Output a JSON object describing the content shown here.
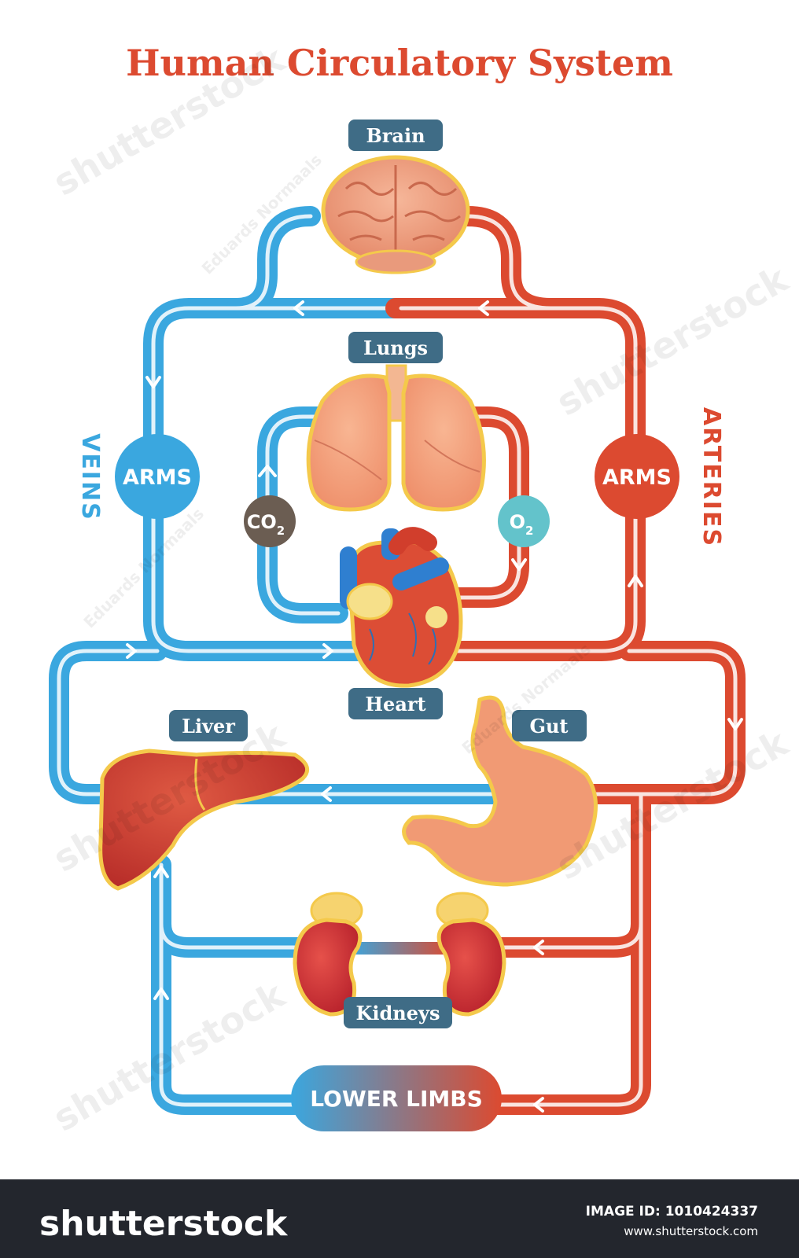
{
  "title": "Human Circulatory System",
  "side_labels": {
    "veins": "VEINS",
    "arteries": "ARTERIES"
  },
  "organs": {
    "brain": "Brain",
    "lungs": "Lungs",
    "heart": "Heart",
    "liver": "Liver",
    "gut": "Gut",
    "kidneys": "Kidneys"
  },
  "nodes": {
    "arms_left": "ARMS",
    "arms_right": "ARMS",
    "lower_limbs": "LOWER LIMBS",
    "co2": "CO",
    "co2_sub": "2",
    "o2": "O",
    "o2_sub": "2"
  },
  "watermarks": {
    "brand": "shutterstock",
    "author": "Eduards Normaals"
  },
  "footer": {
    "brand": "shutterstock",
    "image_id_label": "IMAGE ID: 1010424337",
    "site": "www.shutterstock.com"
  },
  "colors": {
    "vein": "#3aa7df",
    "artery": "#dc4a30",
    "label_box": "#3f6c86",
    "co2": "#6b5d52",
    "o2": "#63c3cb",
    "footer_bg": "#23262d"
  }
}
